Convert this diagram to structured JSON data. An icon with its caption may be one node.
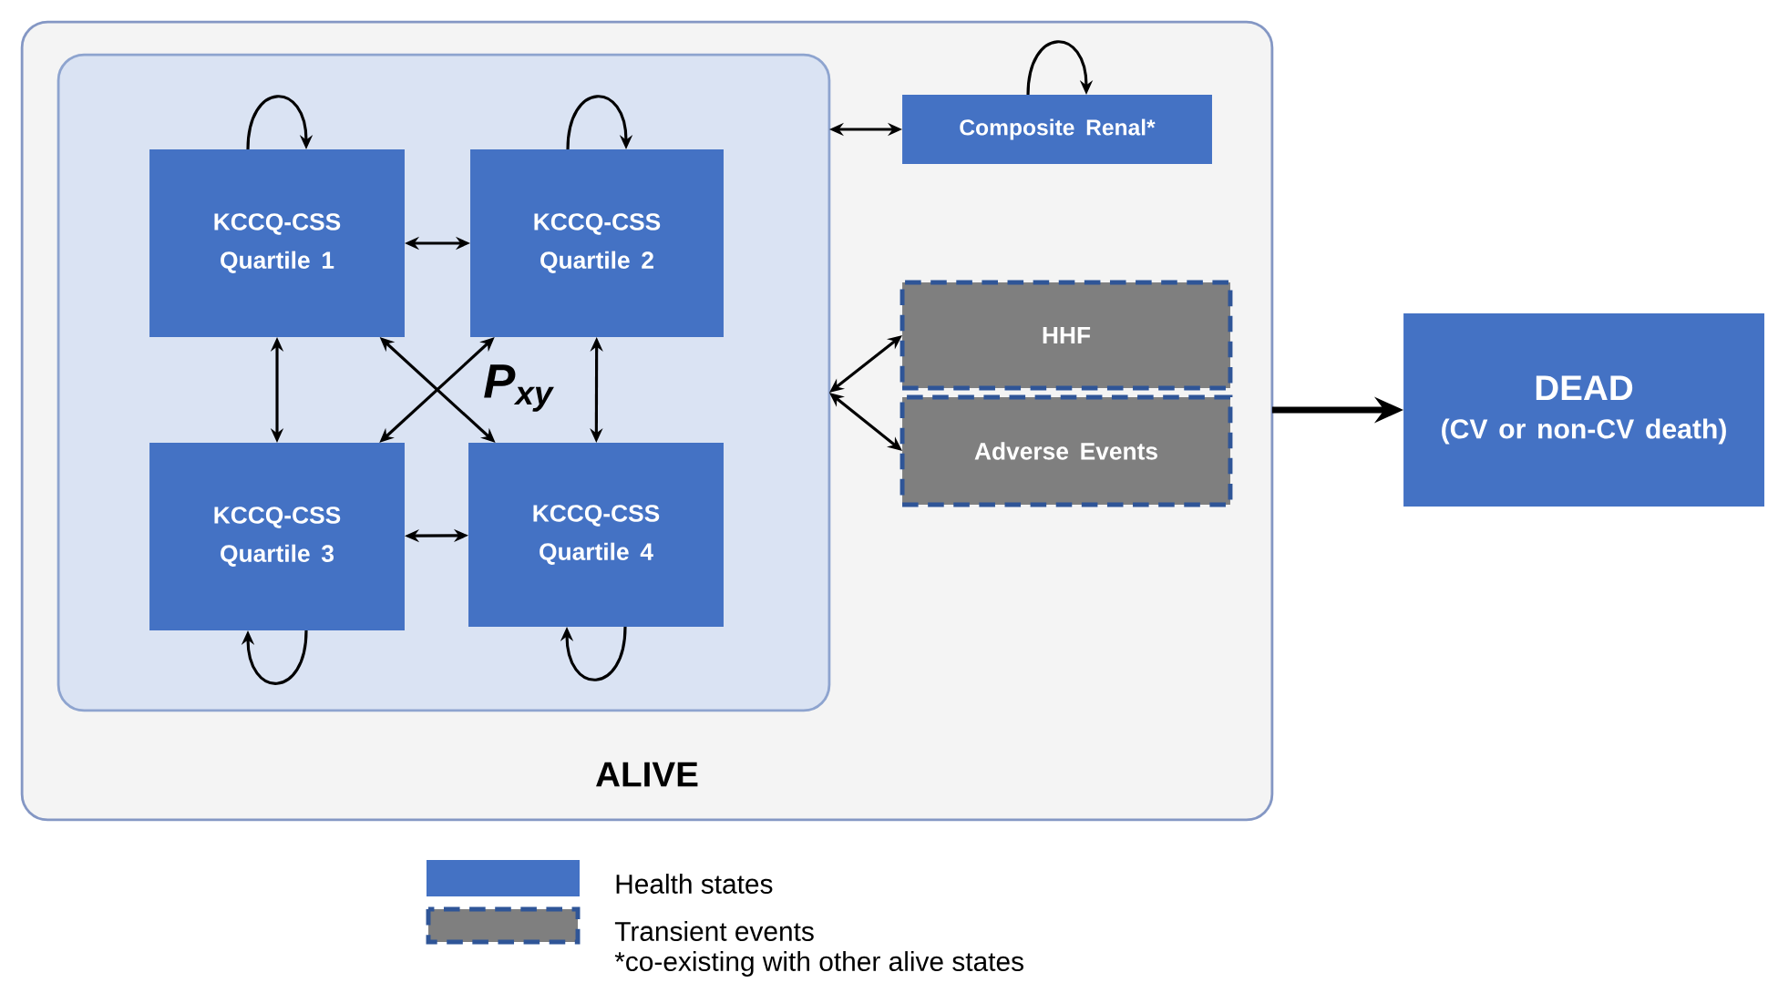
{
  "diagram": {
    "nodes": [
      {
        "text": [
          "ALIVE"
        ]
      },
      {
        "text": [],
        "shape": "box",
        "in": 0
      },
      {
        "text": [
          "KCCQ-CSS Quartile 1"
        ],
        "in": 1
      },
      {
        "text": [
          "KCCQ-CSS Quartile 2"
        ],
        "in": 1
      },
      {
        "text": [
          "KCCQ-CSS Quartile 3"
        ],
        "in": 1
      },
      {
        "text": [
          "KCCQ-CSS Quartile 4"
        ],
        "in": 1
      },
      {
        "text": [
          "Composite Renal*"
        ],
        "in": 0
      },
      {
        "text": [
          "HHF"
        ],
        "in": 0
      },
      {
        "text": [
          "Adverse Events"
        ],
        "in": 0
      },
      {
        "text": [
          "DEAD",
          "(CV or non-CV death)"
        ]
      }
    ],
    "edges": [
      {
        "from": 2,
        "to": 2,
        "arrow": "to"
      },
      {
        "from": 3,
        "to": 3,
        "arrow": "to"
      },
      {
        "from": 6,
        "to": 6,
        "arrow": "to"
      },
      {
        "from": 2,
        "to": 3,
        "arrow": "both"
      },
      {
        "from": 2,
        "to": 4,
        "arrow": "both"
      },
      {
        "from": 3,
        "to": 5,
        "arrow": "both"
      },
      {
        "from": 2,
        "to": 5,
        "arrow": "both"
      },
      {
        "from": 3,
        "to": 4,
        "arrow": "both"
      },
      {
        "from": 4,
        "to": 5,
        "arrow": "both"
      },
      {
        "from": 4,
        "to": 4,
        "arrow": "to"
      },
      {
        "from": 5,
        "to": 5,
        "arrow": "to"
      },
      {
        "from": 1,
        "to": 6,
        "arrow": "both"
      },
      {
        "from": 1,
        "to": 7,
        "arrow": "both"
      },
      {
        "from": 1,
        "to": 8,
        "arrow": "both"
      },
      {
        "from": 0,
        "to": 9,
        "arrow": "to",
        "style": "thick"
      }
    ],
    "labels": [
      "P$_{xy}$",
      "*co-existing with other alive states"
    ],
    "legend": [
      {
        "text": "Health states",
        "color": "#4472c4"
      },
      {
        "text": "Transient events"
      }
    ]
  }
}
